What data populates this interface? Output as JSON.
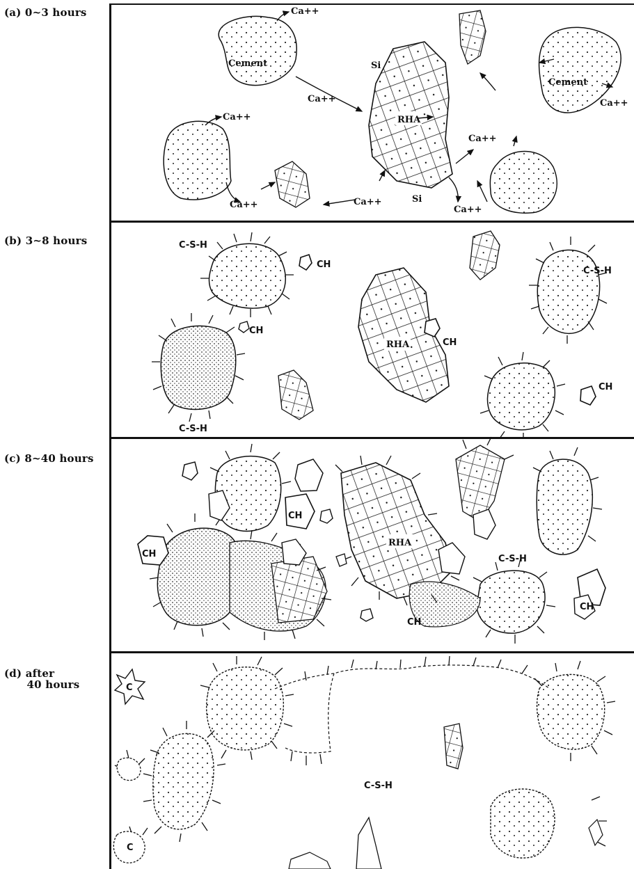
{
  "stages": [
    {
      "id": "a",
      "label": "(a) 0~3 hours"
    },
    {
      "id": "b",
      "label": "(b) 3~8 hours"
    },
    {
      "id": "c",
      "label": "(c) 8~40 hours"
    },
    {
      "id": "d",
      "label": "(d) after\n      40 hours"
    }
  ],
  "labels": {
    "cement": "Cement",
    "ca": "Ca++",
    "si": "Si",
    "rha": "RHA",
    "csh": "C-S-H",
    "ch": "CH",
    "c": "C"
  }
}
